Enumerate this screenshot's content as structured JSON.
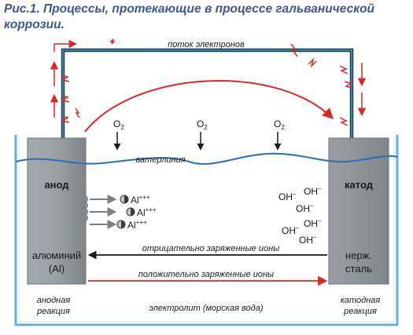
{
  "caption": {
    "number": "Рис.1.",
    "text": "Процессы, протекающие в процессе гальванической коррозии."
  },
  "labels": {
    "electron_flow": "поток электронов",
    "waterline": "ватерлиния",
    "anode": "анод",
    "cathode": "катод",
    "aluminium": "алюминий",
    "aluminium_symbol": "(Al)",
    "steel_line1": "нерж.",
    "steel_line2": "сталь",
    "negative_ions": "отрицательно заряженные ионы",
    "positive_ions": "положительно заряженные ионы",
    "electrolyte": "электролит (морская вода)",
    "anodic_line1": "анодная",
    "anodic_line2": "реакция",
    "cathodic_line1": "катодная",
    "cathodic_line2": "реакция"
  },
  "species": {
    "oxygen": "O",
    "oxygen_sub": "2",
    "al_ion": "Al",
    "al_charge": "+++",
    "hydroxide": "OH",
    "hydroxide_charge": "–"
  },
  "colors": {
    "caption": "#3a5a8c",
    "wire": "#1a3a5c",
    "wire_inner": "#4a9a9a",
    "arrow_red": "#d42a2a",
    "electrode": "#9a9ea3",
    "electrode_dark": "#7a7e84",
    "water_line": "#2a6fb5",
    "tank": "#6aaed6",
    "text": "#1a1a1a",
    "ion_arrow": "#808080"
  }
}
